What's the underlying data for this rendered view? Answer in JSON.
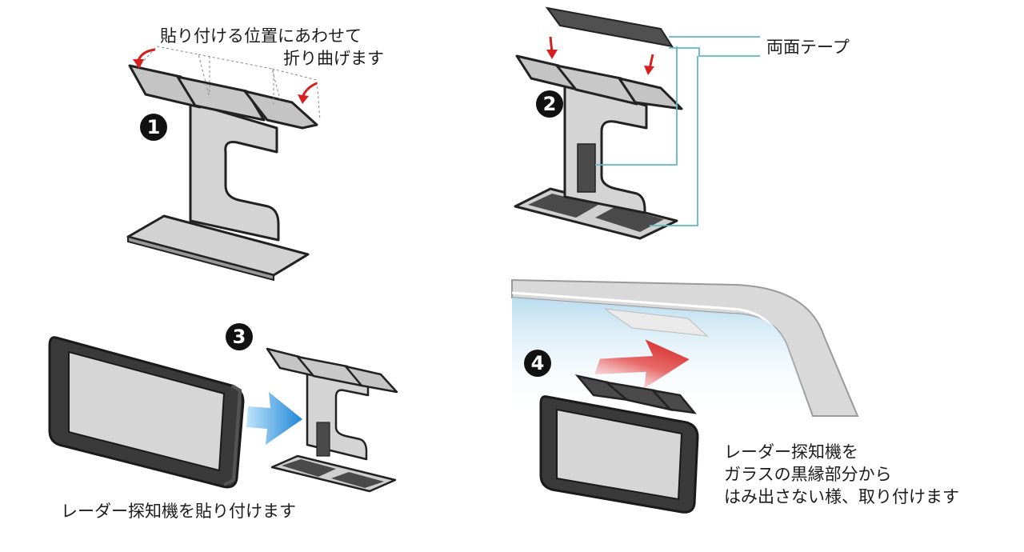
{
  "step1": {
    "number": "1",
    "caption_lines": [
      "貼り付ける位置にあわせて",
      "折り曲げます"
    ]
  },
  "step2": {
    "number": "2",
    "callout": "両面テープ"
  },
  "step3": {
    "number": "3",
    "caption": "レーダー探知機を貼り付けます"
  },
  "step4": {
    "number": "4",
    "caption_lines": [
      "レーダー探知機を",
      "ガラスの黒縁部分から",
      "はみ出さない様、取り付けます"
    ]
  },
  "colors": {
    "bracket_fill": "#d4d4d4",
    "outline": "#222222",
    "tape_dark": "#555555",
    "callout_line": "#5fb7c7",
    "arrow_red": "#d62020",
    "arrow_blue": "#2f8fd8",
    "glass_blue": "#cfe8f5",
    "device_body": "#3a3a3a",
    "device_screen": "#d6d6d6"
  }
}
